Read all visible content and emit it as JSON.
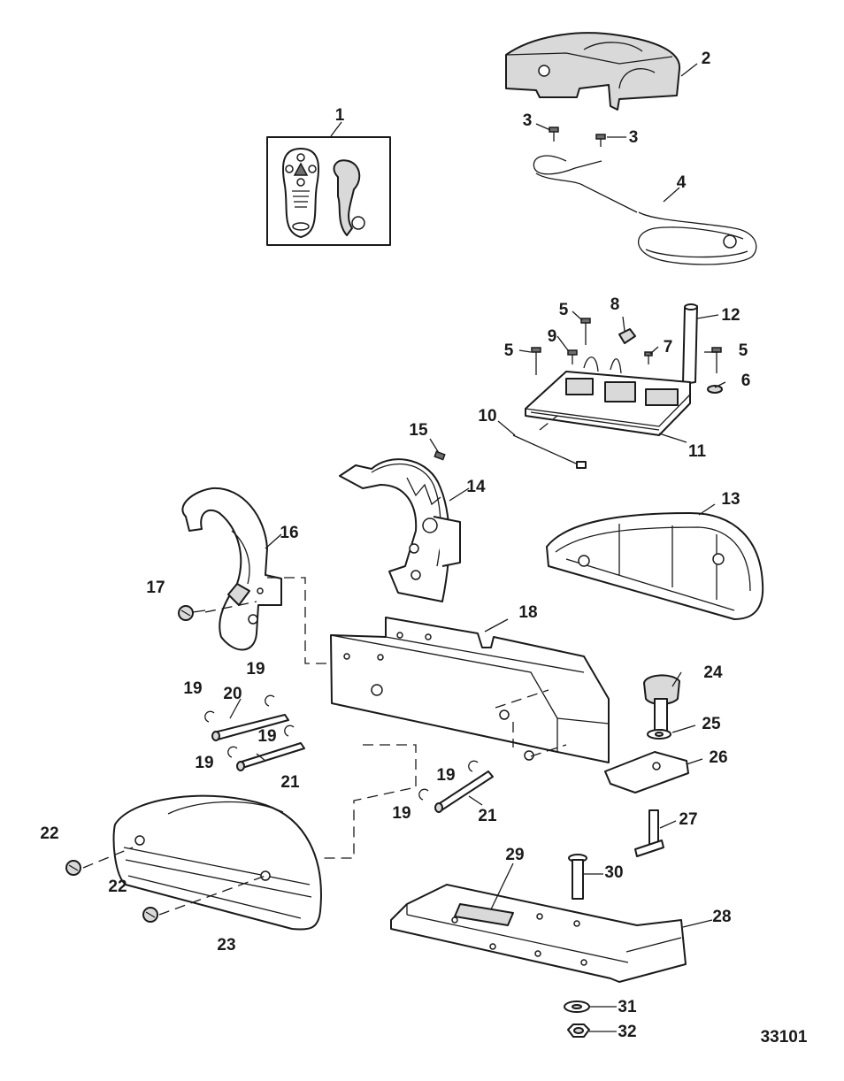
{
  "figure_number": "33101",
  "callouts": [
    {
      "id": "c1",
      "label": "1"
    },
    {
      "id": "c2",
      "label": "2"
    },
    {
      "id": "c3a",
      "label": "3"
    },
    {
      "id": "c3b",
      "label": "3"
    },
    {
      "id": "c4",
      "label": "4"
    },
    {
      "id": "c5a",
      "label": "5"
    },
    {
      "id": "c5b",
      "label": "5"
    },
    {
      "id": "c5c",
      "label": "5"
    },
    {
      "id": "c6",
      "label": "6"
    },
    {
      "id": "c7",
      "label": "7"
    },
    {
      "id": "c8",
      "label": "8"
    },
    {
      "id": "c9",
      "label": "9"
    },
    {
      "id": "c10",
      "label": "10"
    },
    {
      "id": "c11",
      "label": "11"
    },
    {
      "id": "c12",
      "label": "12"
    },
    {
      "id": "c13",
      "label": "13"
    },
    {
      "id": "c14",
      "label": "14"
    },
    {
      "id": "c15",
      "label": "15"
    },
    {
      "id": "c16",
      "label": "16"
    },
    {
      "id": "c17",
      "label": "17"
    },
    {
      "id": "c18",
      "label": "18"
    },
    {
      "id": "c19a",
      "label": "19"
    },
    {
      "id": "c19b",
      "label": "19"
    },
    {
      "id": "c19c",
      "label": "19"
    },
    {
      "id": "c19d",
      "label": "19"
    },
    {
      "id": "c19e",
      "label": "19"
    },
    {
      "id": "c19f",
      "label": "19"
    },
    {
      "id": "c20",
      "label": "20"
    },
    {
      "id": "c21a",
      "label": "21"
    },
    {
      "id": "c21b",
      "label": "21"
    },
    {
      "id": "c22a",
      "label": "22"
    },
    {
      "id": "c22b",
      "label": "22"
    },
    {
      "id": "c23",
      "label": "23"
    },
    {
      "id": "c24",
      "label": "24"
    },
    {
      "id": "c25",
      "label": "25"
    },
    {
      "id": "c26",
      "label": "26"
    },
    {
      "id": "c27",
      "label": "27"
    },
    {
      "id": "c28",
      "label": "28"
    },
    {
      "id": "c29",
      "label": "29"
    },
    {
      "id": "c30",
      "label": "30"
    },
    {
      "id": "c31",
      "label": "31"
    },
    {
      "id": "c32",
      "label": "32"
    }
  ]
}
